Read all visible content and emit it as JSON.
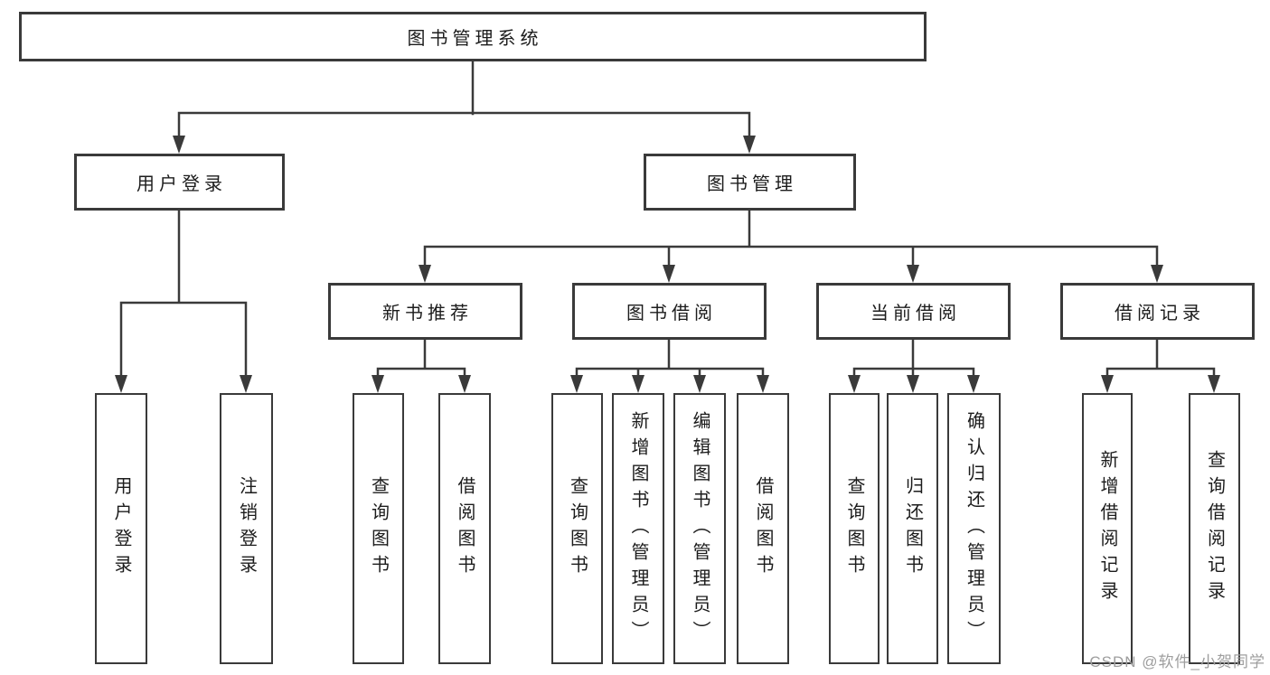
{
  "diagram": {
    "tree": {
      "label": "图书管理系统",
      "children": [
        {
          "label": "用户登录",
          "children": [
            {
              "label": "用户登录"
            },
            {
              "label": "注销登录"
            }
          ]
        },
        {
          "label": "图书管理",
          "children": [
            {
              "label": "新书推荐",
              "children": [
                {
                  "label": "查询图书"
                },
                {
                  "label": "借阅图书"
                }
              ]
            },
            {
              "label": "图书借阅",
              "children": [
                {
                  "label": "查询图书"
                },
                {
                  "label": "新增图书（管理员）"
                },
                {
                  "label": "编辑图书（管理员）"
                },
                {
                  "label": "借阅图书"
                }
              ]
            },
            {
              "label": "当前借阅",
              "children": [
                {
                  "label": "查询图书"
                },
                {
                  "label": "归还图书"
                },
                {
                  "label": "确认归还（管理员）"
                }
              ]
            },
            {
              "label": "借阅记录",
              "children": [
                {
                  "label": "新增借阅记录"
                },
                {
                  "label": "查询借阅记录"
                }
              ]
            }
          ]
        }
      ]
    }
  },
  "watermark": {
    "text": "CSDN @软件_小贺同学"
  },
  "colors": {
    "line": "#3a3a3a",
    "text": "#1c1c1c",
    "watermark": "#9e9e9e",
    "background": "#ffffff"
  }
}
